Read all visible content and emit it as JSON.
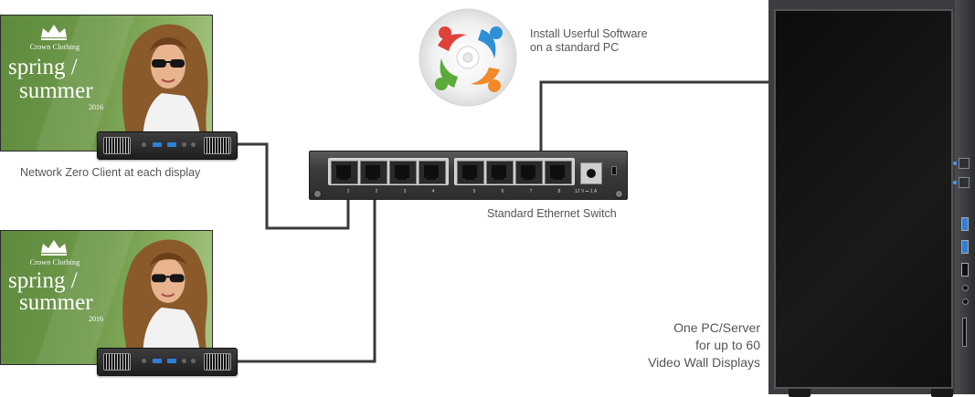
{
  "displays": [
    {
      "brand": "Crown Clothing",
      "line1": "spring /",
      "line2": "summer",
      "year": "2016"
    },
    {
      "brand": "Crown Clothing",
      "line1": "spring /",
      "line2": "summer",
      "year": "2016"
    }
  ],
  "labels": {
    "zero_client": "Network Zero Client at each display",
    "switch": "Standard Ethernet Switch",
    "software_line1": "Install Userful Software",
    "software_line2": "on a standard PC",
    "server_line1": "One PC/Server",
    "server_line2": "for up to 60",
    "server_line3": "Video Wall Displays"
  },
  "switch": {
    "port_numbers": [
      "1",
      "2",
      "3",
      "4",
      "5",
      "6",
      "7",
      "8"
    ],
    "power_text": "12 V ⎓ 1 A"
  },
  "colors": {
    "cable": "#3a3a3a",
    "label": "#555555",
    "display_green": "#6f9a4a",
    "usb_blue": "#2f7fd6"
  },
  "icons": {
    "software_logo": "userful-people-circle-icon"
  }
}
